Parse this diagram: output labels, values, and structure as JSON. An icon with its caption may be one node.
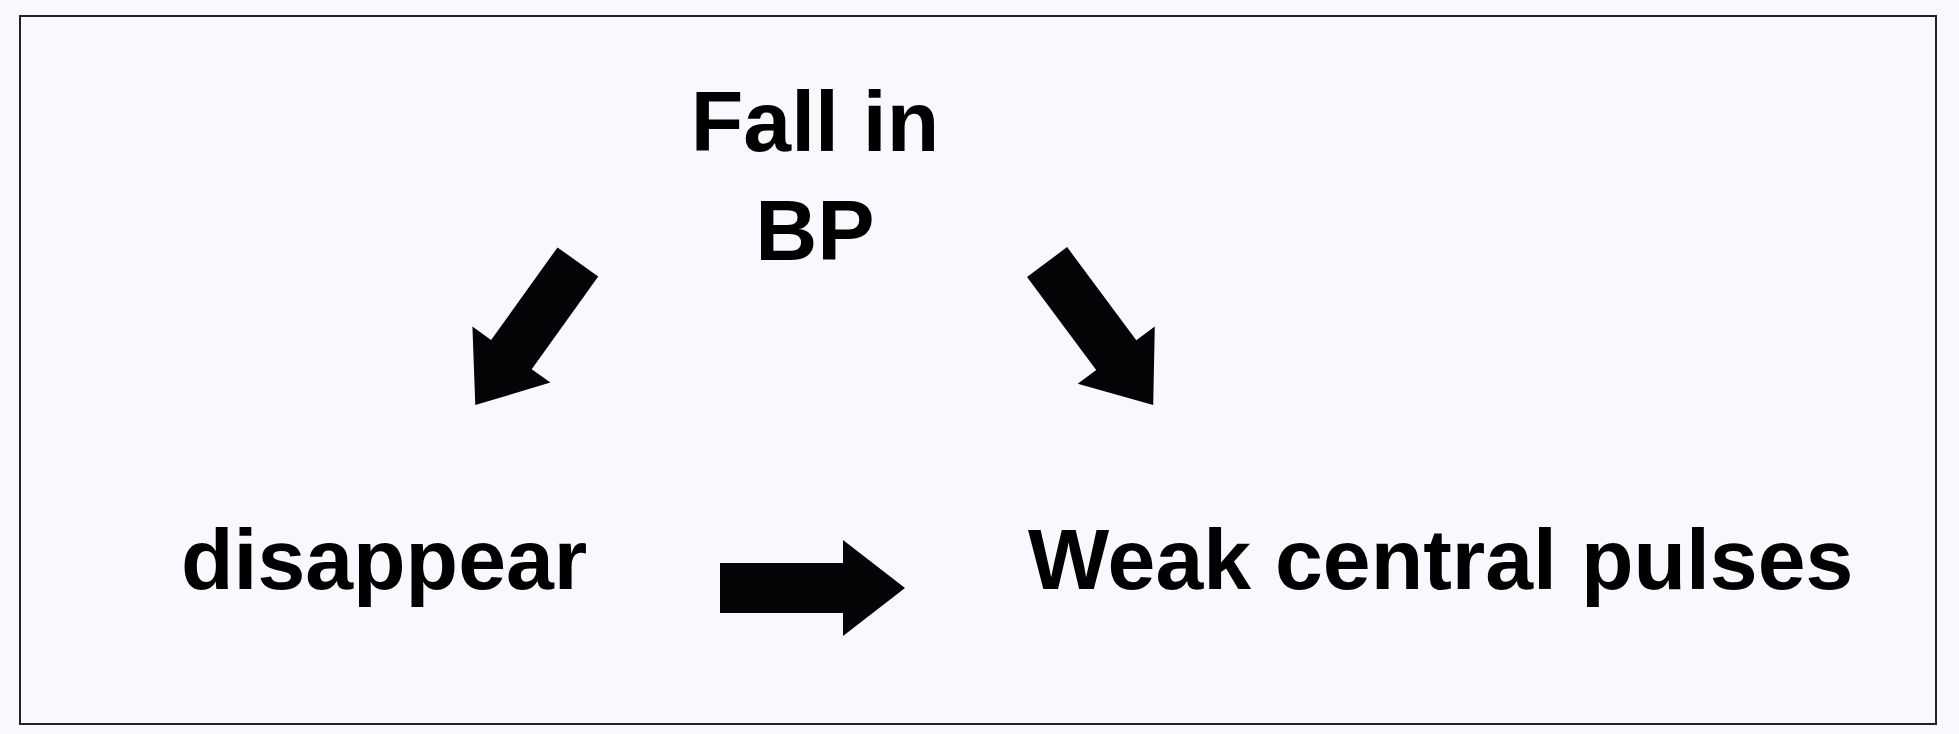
{
  "diagram": {
    "nodes": [
      {
        "text": [
          "Fall in BP"
        ]
      },
      {
        "text": [
          "disappear"
        ]
      },
      {
        "text": [
          "Weak central pulses"
        ]
      }
    ],
    "edges": [
      {
        "from": 0,
        "to": 1,
        "arrow": "to"
      },
      {
        "from": 0,
        "to": 2,
        "arrow": "to"
      },
      {
        "from": 1,
        "to": 2,
        "arrow": "to"
      }
    ]
  }
}
